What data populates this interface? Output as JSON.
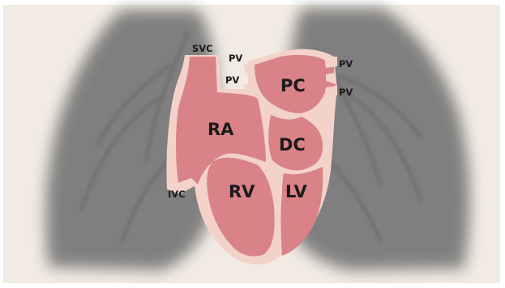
{
  "colors": {
    "background": "#f1ebe3",
    "lung": "#6f6f6f",
    "heart_outer": "#f3d2c9",
    "heart_chamber": "#d98287",
    "label": "#1a1a1a"
  },
  "labels": {
    "svc": "SVC",
    "ivc": "IVC",
    "pv_left_upper": "PV",
    "pv_left_lower": "PV",
    "pv_right_upper": "PV",
    "pv_right_lower": "PV",
    "ra": "RA",
    "rv": "RV",
    "pc": "PC",
    "dc": "DC",
    "lv": "LV"
  }
}
